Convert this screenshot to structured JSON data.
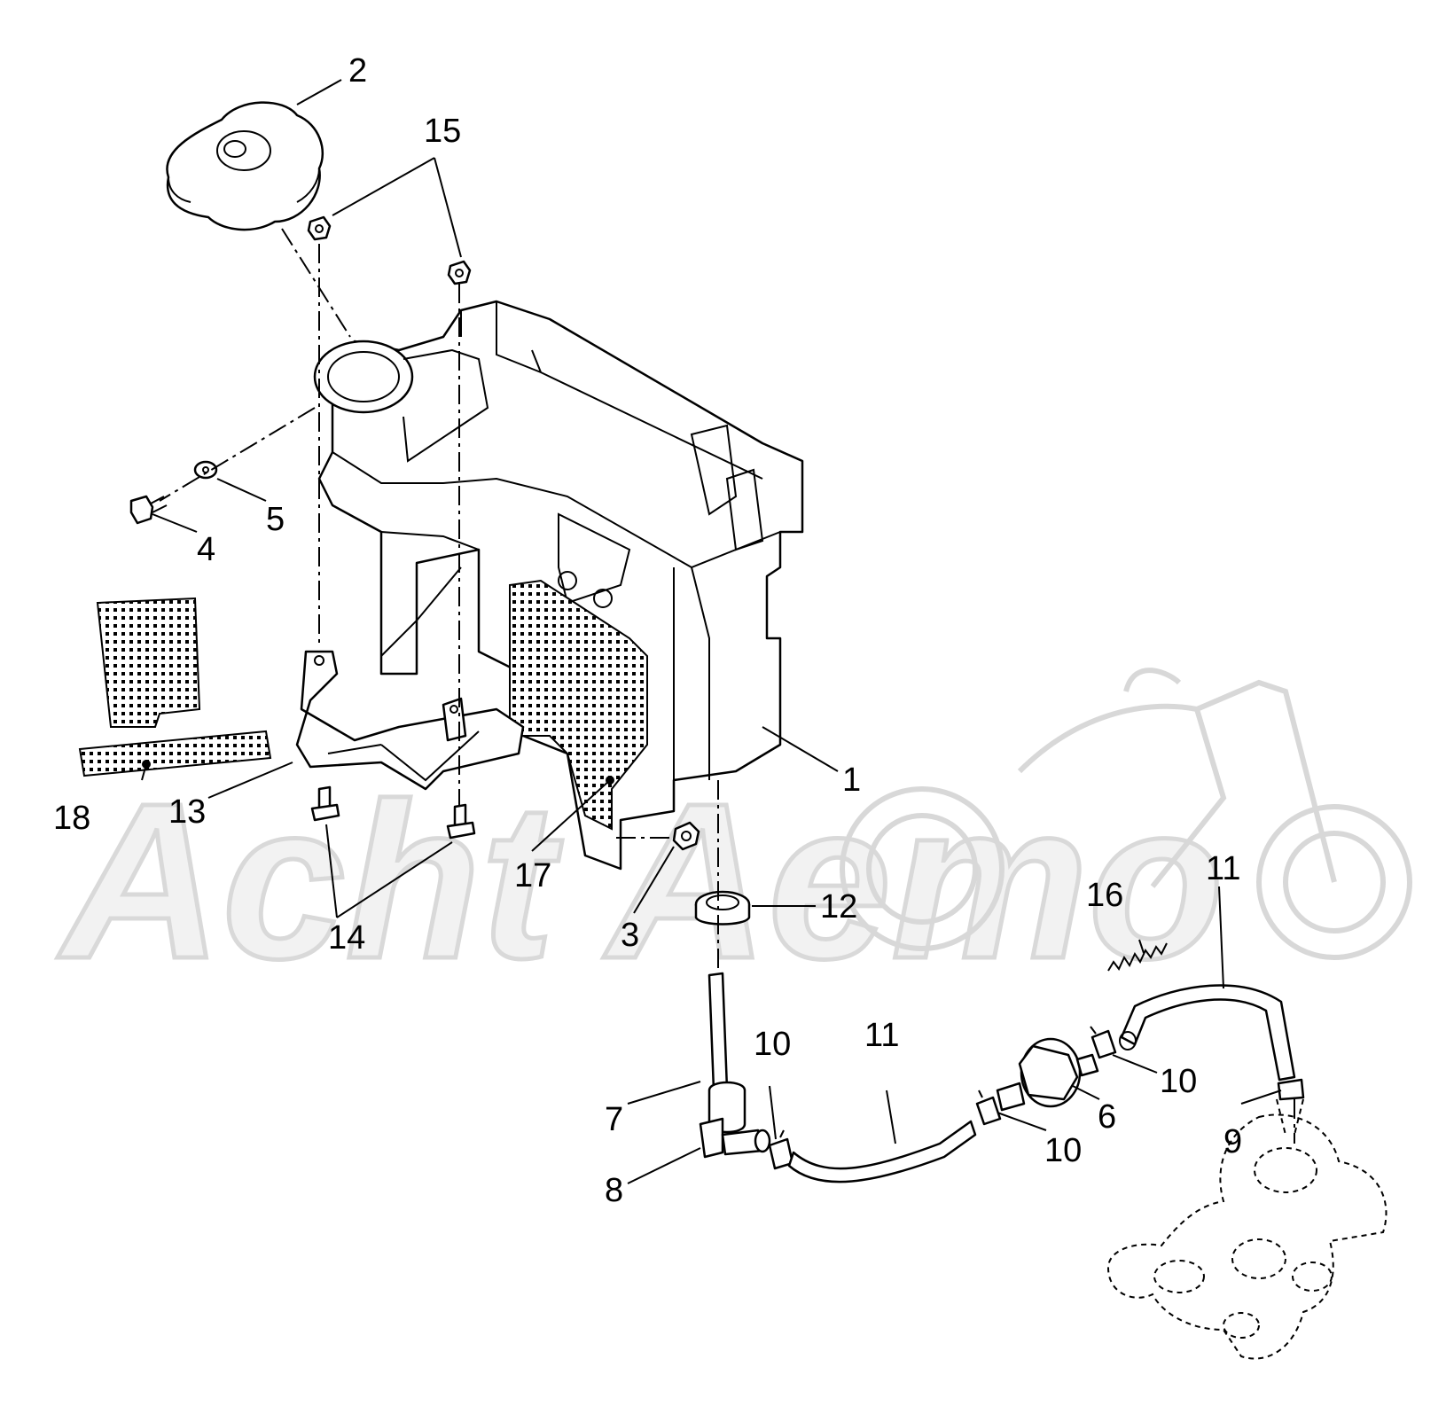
{
  "watermark": {
    "text": "Acht Aemo",
    "motorcycle_icon": "motorcycle-icon"
  },
  "callouts": [
    {
      "id": "c1",
      "label": "1"
    },
    {
      "id": "c2",
      "label": "2"
    },
    {
      "id": "c3",
      "label": "3"
    },
    {
      "id": "c4",
      "label": "4"
    },
    {
      "id": "c5",
      "label": "5"
    },
    {
      "id": "c6",
      "label": "6"
    },
    {
      "id": "c7",
      "label": "7"
    },
    {
      "id": "c8",
      "label": "8"
    },
    {
      "id": "c9",
      "label": "9"
    },
    {
      "id": "c10a",
      "label": "10"
    },
    {
      "id": "c10b",
      "label": "10"
    },
    {
      "id": "c10c",
      "label": "10"
    },
    {
      "id": "c11a",
      "label": "11"
    },
    {
      "id": "c11b",
      "label": "11"
    },
    {
      "id": "c12",
      "label": "12"
    },
    {
      "id": "c13",
      "label": "13"
    },
    {
      "id": "c14",
      "label": "14"
    },
    {
      "id": "c15",
      "label": "15"
    },
    {
      "id": "c16",
      "label": "16"
    },
    {
      "id": "c17",
      "label": "17"
    },
    {
      "id": "c18",
      "label": "18"
    }
  ],
  "colors": {
    "line": "#000000",
    "watermark": "#d9d9d9",
    "background": "#ffffff"
  }
}
